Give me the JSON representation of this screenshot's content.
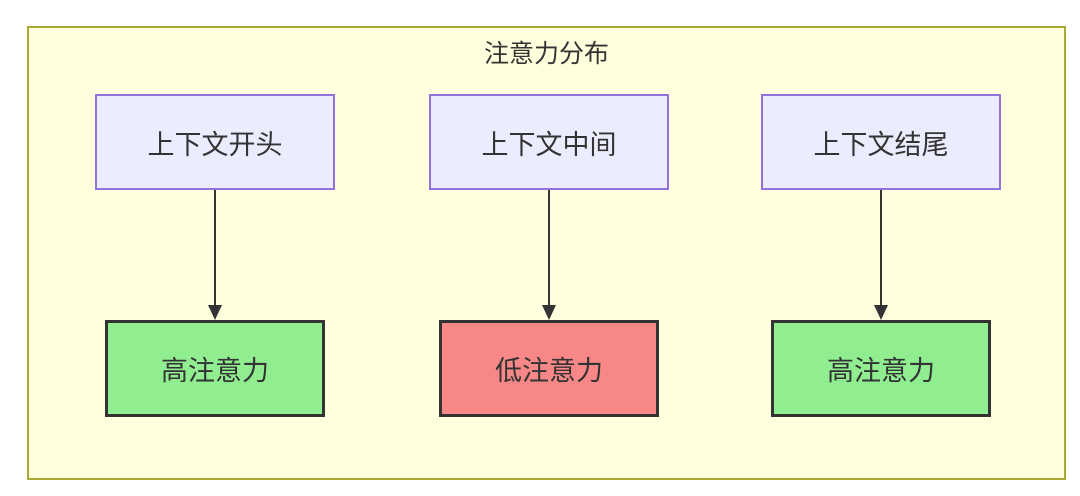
{
  "diagram": {
    "title": "注意力分布",
    "columns": [
      {
        "source": "上下文开头",
        "target": "高注意力",
        "attention_level": "high"
      },
      {
        "source": "上下文中间",
        "target": "低注意力",
        "attention_level": "low"
      },
      {
        "source": "上下文结尾",
        "target": "高注意力",
        "attention_level": "high"
      }
    ],
    "colors": {
      "container_fill": "#ffffde",
      "container_border": "#aaaa33",
      "source_fill": "#ececff",
      "source_border": "#9370db",
      "high_attention_fill": "#90ee90",
      "low_attention_fill": "#f88888",
      "target_border": "#333333",
      "arrow": "#333333",
      "text": "#333333"
    }
  }
}
